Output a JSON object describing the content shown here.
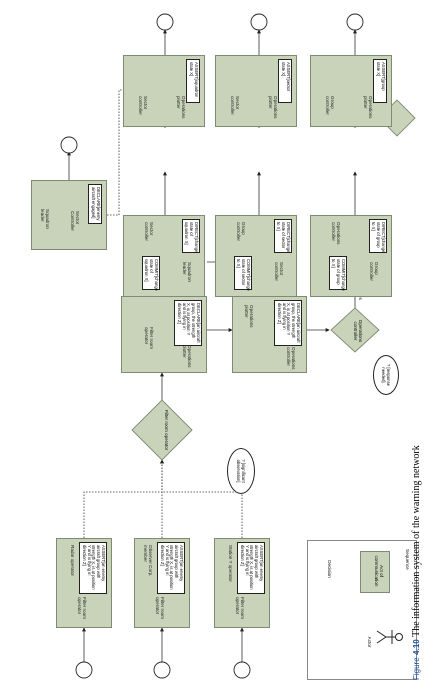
{
  "caption": {
    "figure_word": "Figure",
    "number": "4.10",
    "text": "The information system of the warning network"
  },
  "inputs": [
    {
      "speech": "ASSERT[an enemy aircraft group with strength X, is at position Y and is flying in direction Z]",
      "role": "Radar operator"
    },
    {
      "speech": "ASSERT[an enemy aircraft group with strength X, is at position Y and is flying in direction Z]",
      "role": "Observer Corp. member"
    },
    {
      "speech": "ASSERT[an enemy aircraft group with strength X, is at position Y and is flying in direction Z]",
      "role": "Station Y operator"
    }
  ],
  "input_listeners": [
    "Filter room operator",
    "Filter room operator",
    "Filter room operator"
  ],
  "decision_filter": {
    "label": "Filter room operator",
    "cloud": "? [significant observation]"
  },
  "declare_filter": {
    "speech": "DECLARE[an aircraft group, the strength X, is at position Y and is flying in direction Z]",
    "actor_a": "Filter room operator",
    "actor_b": "Operations plotter"
  },
  "declare_ops": {
    "speech": "DECLARE[an aircraft group, the strength X, is at position Y and is flying in direction Z]",
    "actor_a": "Operations plotter",
    "actor_b": "Operations controller"
  },
  "decision_ops": {
    "label": "Operations controller",
    "cloud": "? [response needed]",
    "yes": "Yes"
  },
  "sector_declare": {
    "speech": "DECLARE[enemy aircraft engaged]",
    "actor_a": "Sector Controller",
    "actor_b": "Squadron leader"
  },
  "directs": [
    {
      "speech1": "DIRECT[change state of squadron X]",
      "speech2": "COMMIT[change state of squadron X]",
      "actor_a": "Sector controller",
      "actor_b": "Squadron leader"
    },
    {
      "speech1": "DIRECT[change state of sector to X]",
      "speech2": "COMMIT[change state of sector to X]",
      "actor_a": "Group controller",
      "actor_b": "Sector controller"
    },
    {
      "speech1": "DIRECT[change state of group to X]",
      "speech2": "COMMIT[change state of group to X]",
      "actor_a": "Operations controller",
      "actor_b": "Group controller"
    }
  ],
  "asserts": [
    {
      "speech": "ASSERT[squadron state X]",
      "actor_a": "Operations plotter",
      "actor_b": "Sector controller"
    },
    {
      "speech": "ASSERT[sector state X]",
      "actor_a": "Operations plotter",
      "actor_b": "Sector controller"
    },
    {
      "speech": "ASSERT[group state X]",
      "actor_a": "Operations plotter",
      "actor_b": "Group controller"
    }
  ],
  "legend": {
    "sequence": "Sequence",
    "act": "Act of communication",
    "actor": "Actor",
    "decision": "Decision"
  },
  "colors": {
    "box": "#c9d3b9",
    "caption": "#1c4fa0"
  }
}
